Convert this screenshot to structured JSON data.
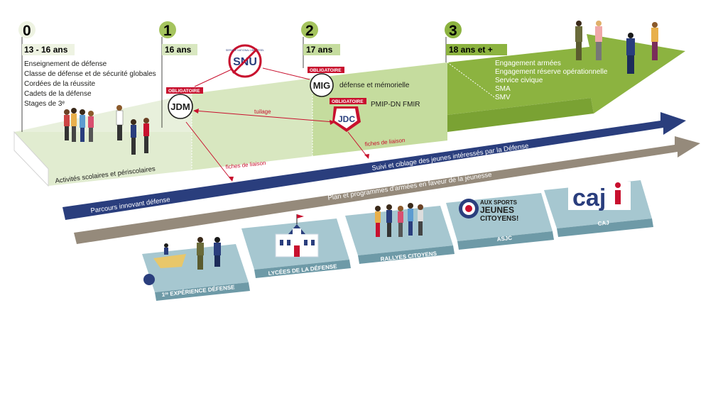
{
  "steps": [
    {
      "num": "0",
      "age": "13 - 16 ans",
      "items": [
        "Enseignement de défense",
        "Classe de défense et de sécurité globales",
        "Cordées de la réussite",
        "Cadets de la défense",
        "Stages de 3ᵉ"
      ]
    },
    {
      "num": "1",
      "age": "16 ans"
    },
    {
      "num": "2",
      "age": "17 ans",
      "extra": "défense et mémorielle",
      "pmip": "PMIP-DN   FMIR"
    },
    {
      "num": "3",
      "age": "18 ans et +",
      "items": [
        "Engagement armées",
        "Engagement réserve opérationnelle",
        "Service civique",
        "SMA",
        "SMV"
      ]
    }
  ],
  "nodes": {
    "jdm": "JDM",
    "mig": "MIG",
    "jdc": "JDC",
    "snu": "SNU",
    "snu_small": "SERVICE NATIONAL UNIVERSEL"
  },
  "badges": {
    "obligatoire": "OBLIGATOIRE"
  },
  "labels": {
    "tuilage": "tuilage",
    "fiches1": "fiches de liaison",
    "fiches2": "fiches de liaison",
    "activites": "Activités scolaires et périscolaires",
    "suivi": "Suivi et ciblage des jeunes intéressés par la Défense",
    "parcours": "Parcours innovant défense",
    "plan": "Plan et programmes d'armées en faveur de la jeunesse"
  },
  "platforms": [
    {
      "label": "1ʳᵉ EXPÉRIENCE DÉFENSE"
    },
    {
      "label": "LYCÉES DE LA DÉFENSE"
    },
    {
      "label": "RALLYES CITOYENS"
    },
    {
      "label": "ASJC",
      "logo": [
        "AUX SPORTS",
        "JEUNES",
        "CITOYENS!"
      ]
    },
    {
      "label": "CAJ",
      "logo": "caj"
    }
  ],
  "colors": {
    "green_dark": "#8cb340",
    "green_mid": "#c5dc9e",
    "green_light": "#e1ecd0",
    "navy": "#2a3e7d",
    "taupe": "#958a7b",
    "plat_face": "#a6c7d0",
    "plat_side": "#6e9aa7",
    "red": "#c8102e",
    "step_circle": "#a5c45e"
  }
}
